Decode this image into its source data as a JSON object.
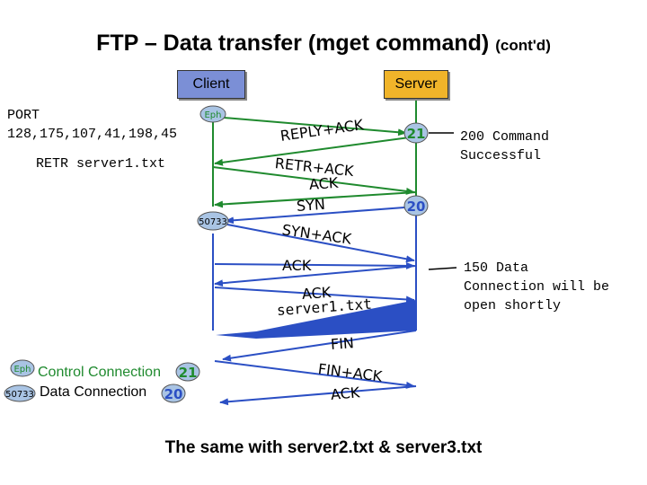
{
  "title": "FTP – Data transfer (mget command)",
  "title_sub": "(cont'd)",
  "client_label": "Client",
  "server_label": "Server",
  "client_notes": {
    "port_cmd": "PORT\n128,175,107,41,198,45",
    "retr_cmd": "RETR server1.txt"
  },
  "server_notes": {
    "reply_200": "200 Command\nSuccessful",
    "reply_150": "150 Data\nConnection will be\nopen shortly"
  },
  "ports": {
    "eph": "Eph",
    "p21": "21",
    "p20": "20",
    "p50733": "50733"
  },
  "messages": {
    "reply_ack": "REPLY+ACK",
    "retr_ack": "RETR+ACK",
    "ack1": "ACK",
    "syn": "SYN",
    "syn_ack": "SYN+ACK",
    "ack2": "ACK",
    "ack3": "ACK",
    "server_file": "server1.txt",
    "fin": "FIN",
    "fin_ack": "FIN+ACK",
    "ack4": "ACK"
  },
  "legend": {
    "control": "Control Connection",
    "data": "Data Connection"
  },
  "footer": "The same with server2.txt & server3.txt",
  "colors": {
    "client_box": "#7b8fd6",
    "server_box": "#f0b42a",
    "control_line": "#1f8a2e",
    "data_line": "#2b4fc4",
    "port_circle": "#a9c4e4"
  }
}
